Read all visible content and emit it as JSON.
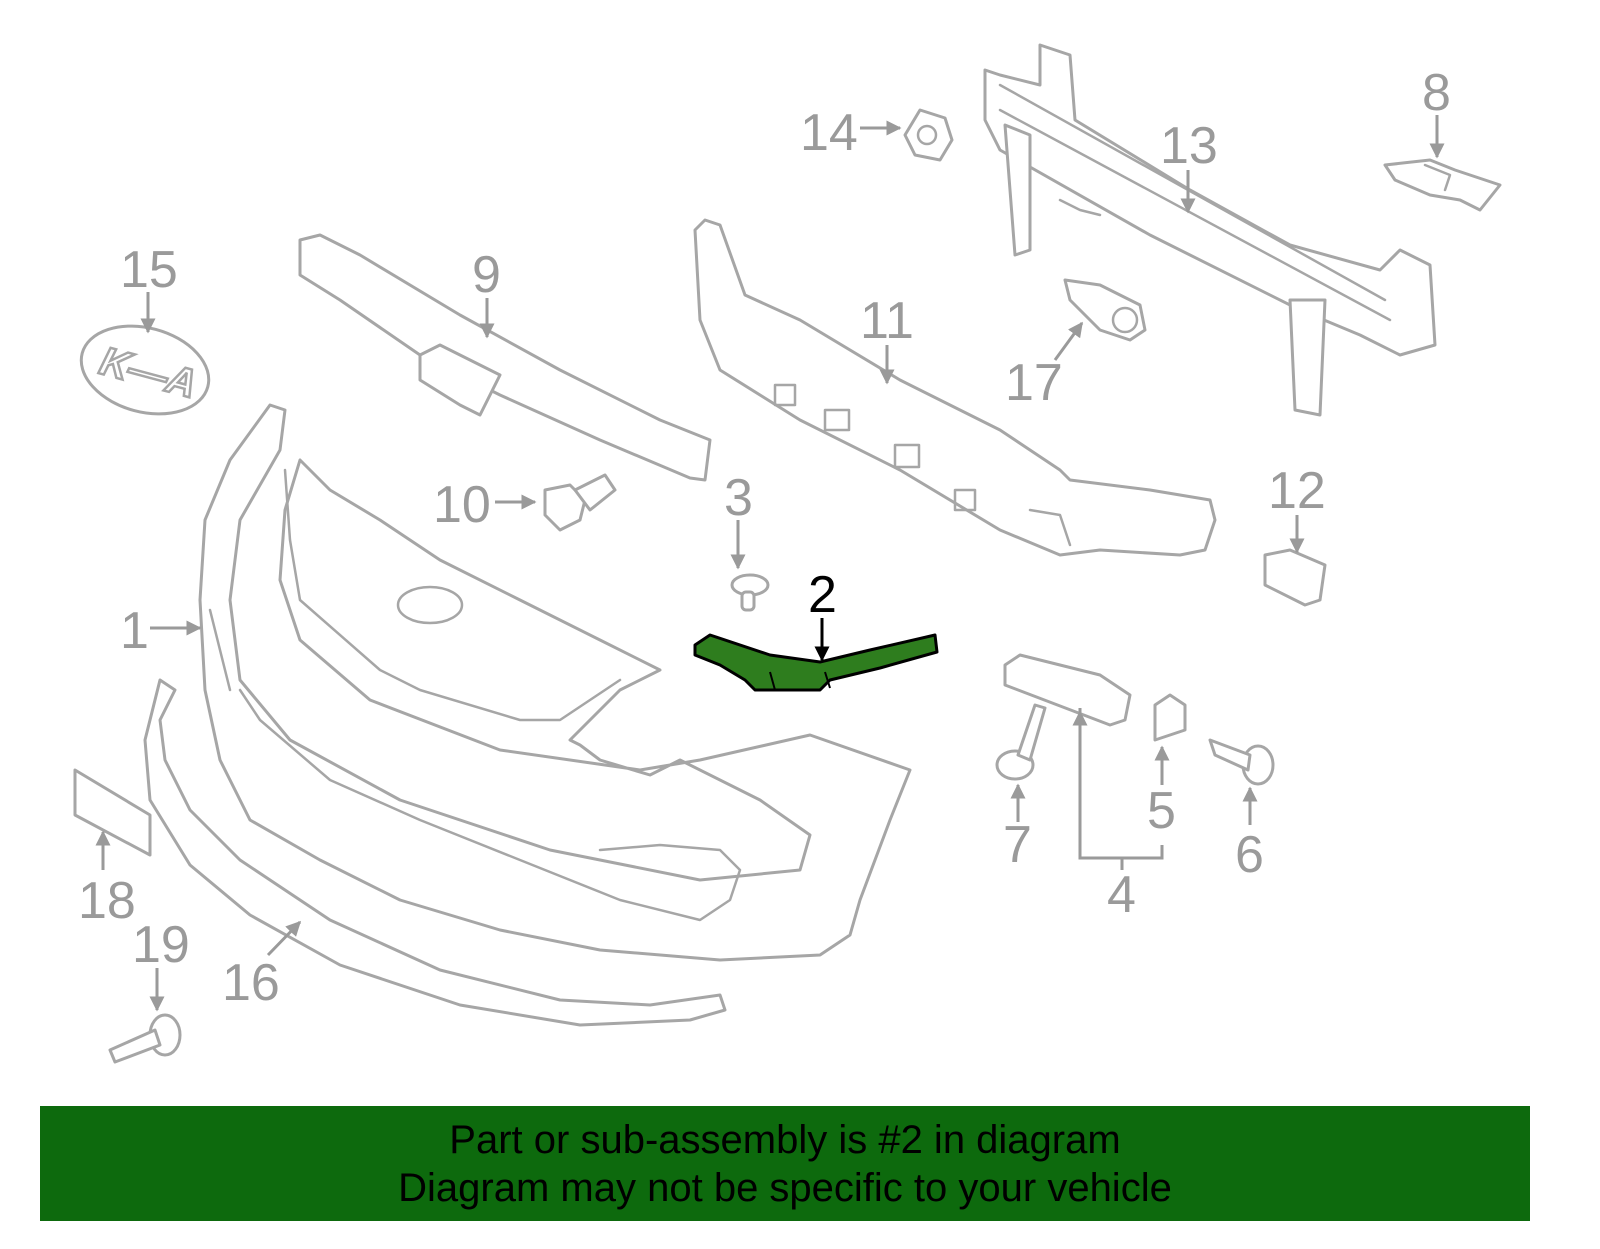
{
  "diagram": {
    "callouts": [
      {
        "id": "1",
        "label": "1"
      },
      {
        "id": "2",
        "label": "2",
        "highlighted": true
      },
      {
        "id": "3",
        "label": "3"
      },
      {
        "id": "4",
        "label": "4"
      },
      {
        "id": "5",
        "label": "5"
      },
      {
        "id": "6",
        "label": "6"
      },
      {
        "id": "7",
        "label": "7"
      },
      {
        "id": "8",
        "label": "8"
      },
      {
        "id": "9",
        "label": "9"
      },
      {
        "id": "10",
        "label": "10"
      },
      {
        "id": "11",
        "label": "11"
      },
      {
        "id": "12",
        "label": "12"
      },
      {
        "id": "13",
        "label": "13"
      },
      {
        "id": "14",
        "label": "14"
      },
      {
        "id": "15",
        "label": "15"
      },
      {
        "id": "16",
        "label": "16"
      },
      {
        "id": "17",
        "label": "17"
      },
      {
        "id": "18",
        "label": "18"
      },
      {
        "id": "19",
        "label": "19"
      }
    ],
    "emblem_text": "K—A",
    "highlight_color": "#2e7d1e",
    "line_color": "#a6a6a6"
  },
  "banner": {
    "line1": "Part or sub-assembly is #2 in diagram",
    "line2": "Diagram may not be specific to your vehicle",
    "background_color": "#0d6a0d"
  }
}
